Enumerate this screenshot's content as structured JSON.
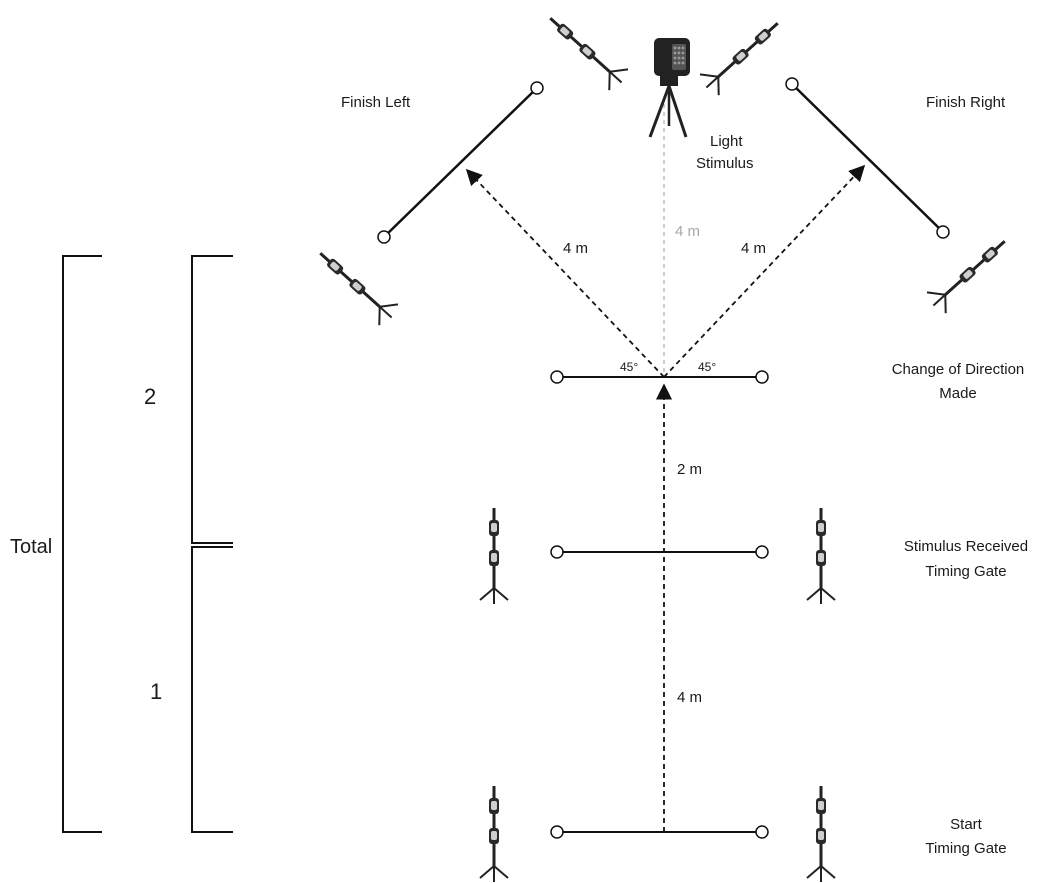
{
  "labels": {
    "finish_left": "Finish Left",
    "finish_right": "Finish Right",
    "light_stimulus_line1": "Light",
    "light_stimulus_line2": "Stimulus",
    "change_of_direction_line1": "Change of Direction",
    "change_of_direction_line2": "Made",
    "stimulus_received_line1": "Stimulus Received",
    "stimulus_received_line2": "Timing Gate",
    "start_line1": "Start",
    "start_line2": "Timing Gate",
    "total": "Total",
    "phase_1": "1",
    "phase_2": "2"
  },
  "distances": {
    "to_finish_left": "4 m",
    "to_light": "4 m",
    "to_finish_right": "4 m",
    "cod_segment": "2 m",
    "start_segment": "4 m"
  },
  "angles": {
    "left": "45°",
    "right": "45°"
  },
  "colors": {
    "line": "#111111",
    "grey_text": "#a8a8a8",
    "camera_body": "#222222",
    "camera_light": "#c9c9c9"
  }
}
